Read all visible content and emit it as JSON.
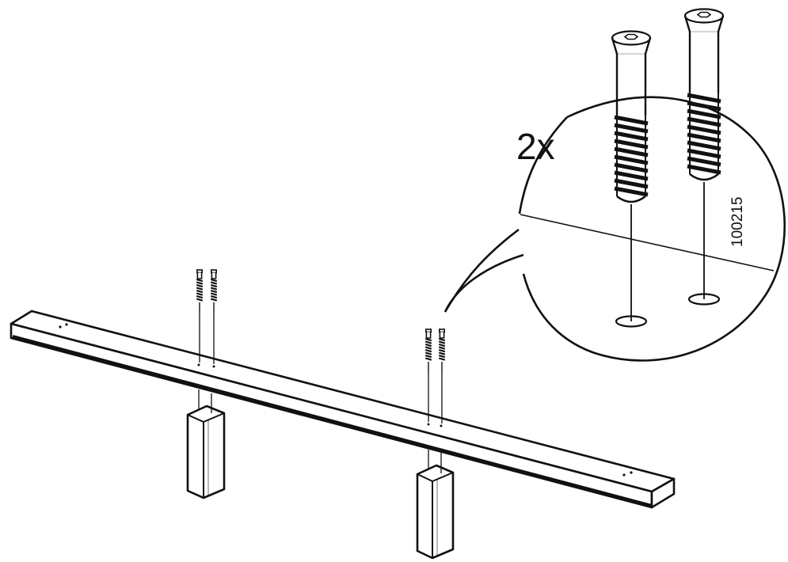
{
  "callout": {
    "quantity": "2x",
    "part_number": "100215"
  },
  "colors": {
    "line": "#111111",
    "background": "#ffffff"
  },
  "parts": {
    "rail": "rail-beam",
    "legs": [
      "leg-left",
      "leg-right"
    ],
    "screws_on_rail": [
      "screw-left-a",
      "screw-left-b",
      "screw-right-a",
      "screw-right-b"
    ],
    "callout_screws": [
      "screw-detail-1",
      "screw-detail-2"
    ]
  }
}
